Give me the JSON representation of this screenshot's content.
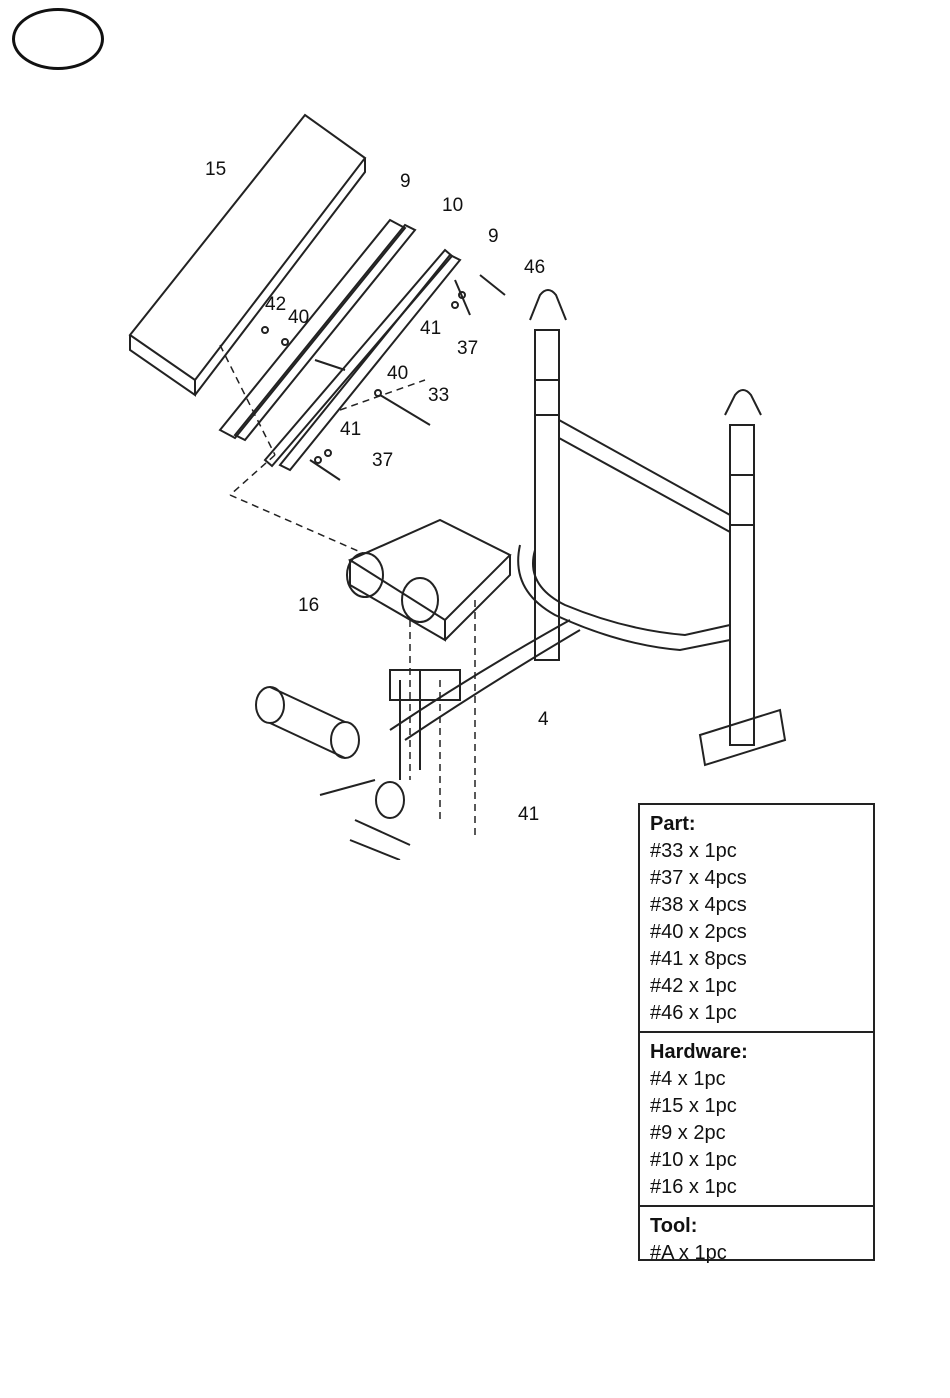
{
  "callouts": {
    "c15": "15",
    "c9a": "9",
    "c10": "10",
    "c9b": "9",
    "c46": "46",
    "c42": "42",
    "c40a": "40",
    "c41a": "41",
    "c37a": "37",
    "c40b": "40",
    "c33": "33",
    "c41b": "41",
    "c37b": "37",
    "c16": "16",
    "c4": "4",
    "c41c": "41"
  },
  "parts_list": {
    "part_title": "Part:",
    "part_items": [
      "#33 x 1pc",
      "#37 x 4pcs",
      "#38 x 4pcs",
      "#40 x 2pcs",
      "#41 x 8pcs",
      "#42 x 1pc",
      "#46 x 1pc"
    ],
    "hardware_title": "Hardware:",
    "hardware_items": [
      "#4 x 1pc",
      "#15 x 1pc",
      "#9 x 2pc",
      "#10 x 1pc",
      "#16 x 1pc"
    ],
    "tool_title": "Tool:",
    "tool_items": [
      "#A x 1pc"
    ]
  }
}
